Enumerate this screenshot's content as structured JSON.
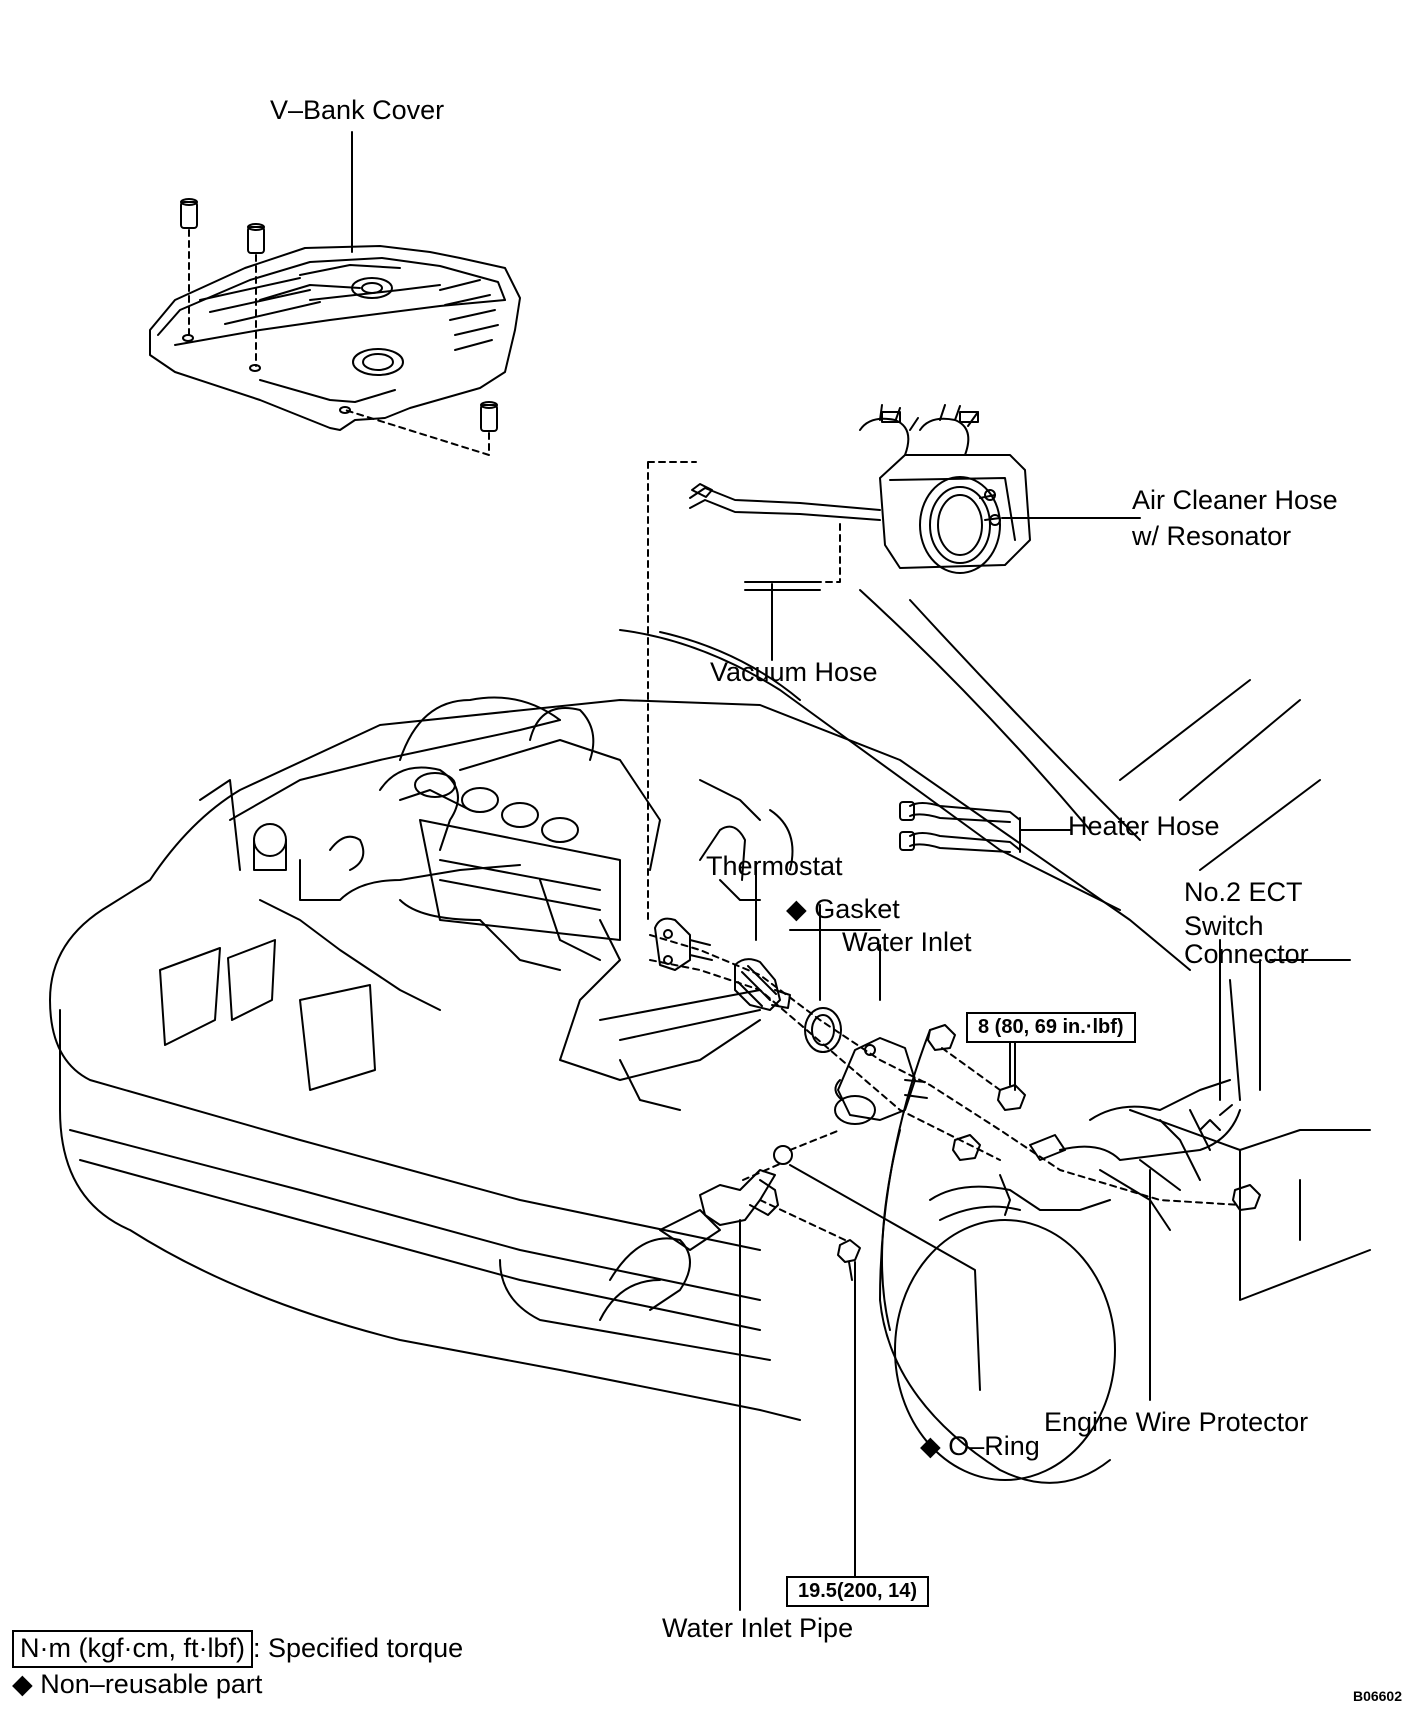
{
  "labels": {
    "v_bank_cover": "V–Bank Cover",
    "air_cleaner_hose": "Air Cleaner Hose",
    "air_cleaner_hose_sub": "w/ Resonator",
    "vacuum_hose": "Vacuum Hose",
    "heater_hose": "Heater Hose",
    "thermostat": "Thermostat",
    "gasket": "◆ Gasket",
    "water_inlet": "Water Inlet",
    "ect_line1": "No.2 ECT",
    "ect_line2": "Switch",
    "ect_line3": "Connector",
    "engine_wire_protector": "Engine Wire Protector",
    "o_ring": "◆ O–Ring",
    "water_inlet_pipe": "Water Inlet Pipe"
  },
  "torque_specs": {
    "nut": "8 (80, 69 in.·lbf)",
    "bolt": "19.5(200, 14)"
  },
  "legend": {
    "torque_box": "N·m (kgf·cm, ft·lbf)",
    "torque_desc": ": Specified torque",
    "non_reusable": "◆ Non–reusable part"
  },
  "figure_id": "B06602",
  "colors": {
    "ink": "#000000",
    "paper": "#ffffff"
  }
}
